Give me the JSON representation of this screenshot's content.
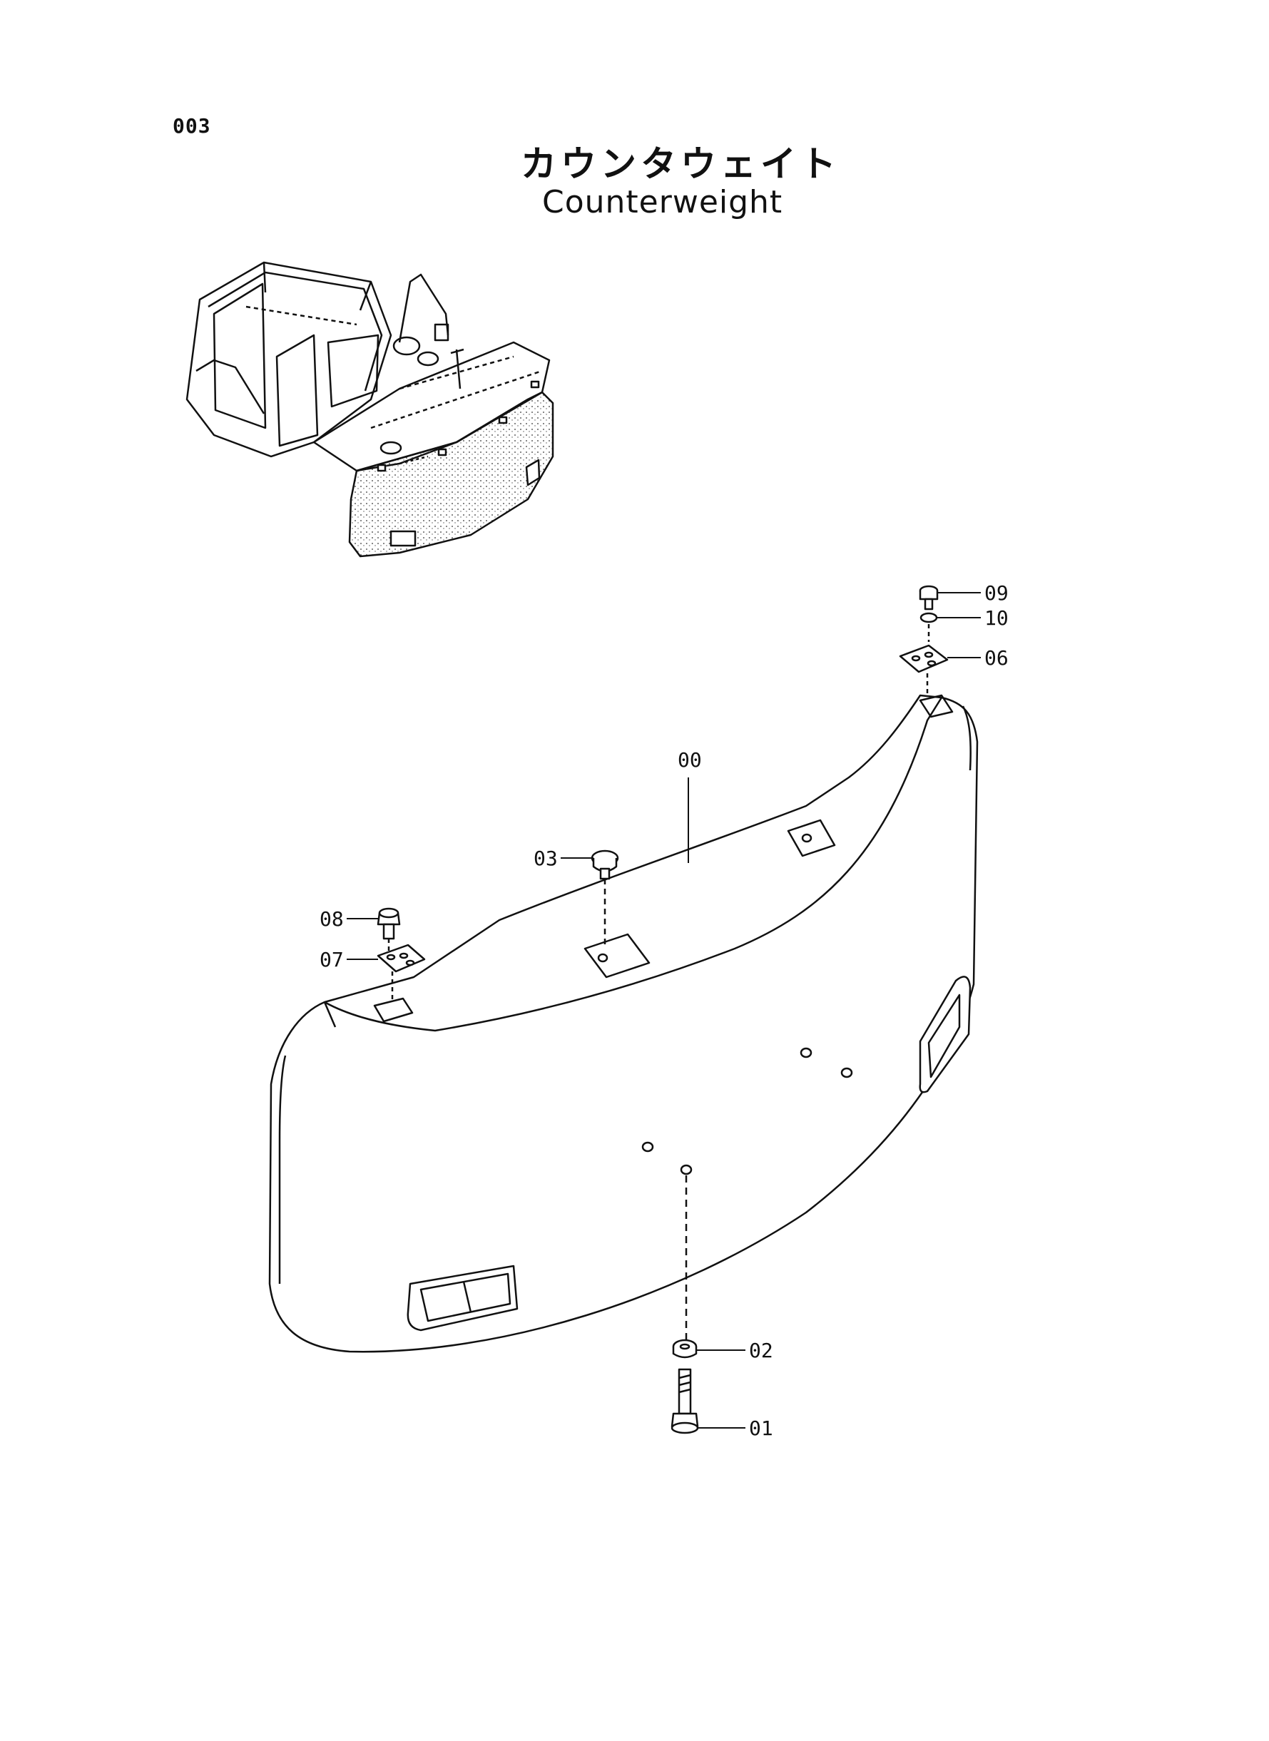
{
  "page_number": "003",
  "title": {
    "japanese": "カウンタウェイト",
    "english": "Counterweight"
  },
  "callouts": [
    {
      "id": "00",
      "label": "00"
    },
    {
      "id": "01",
      "label": "01"
    },
    {
      "id": "02",
      "label": "02"
    },
    {
      "id": "03",
      "label": "03"
    },
    {
      "id": "06",
      "label": "06"
    },
    {
      "id": "07",
      "label": "07"
    },
    {
      "id": "08",
      "label": "08"
    },
    {
      "id": "09",
      "label": "09"
    },
    {
      "id": "10",
      "label": "10"
    }
  ]
}
